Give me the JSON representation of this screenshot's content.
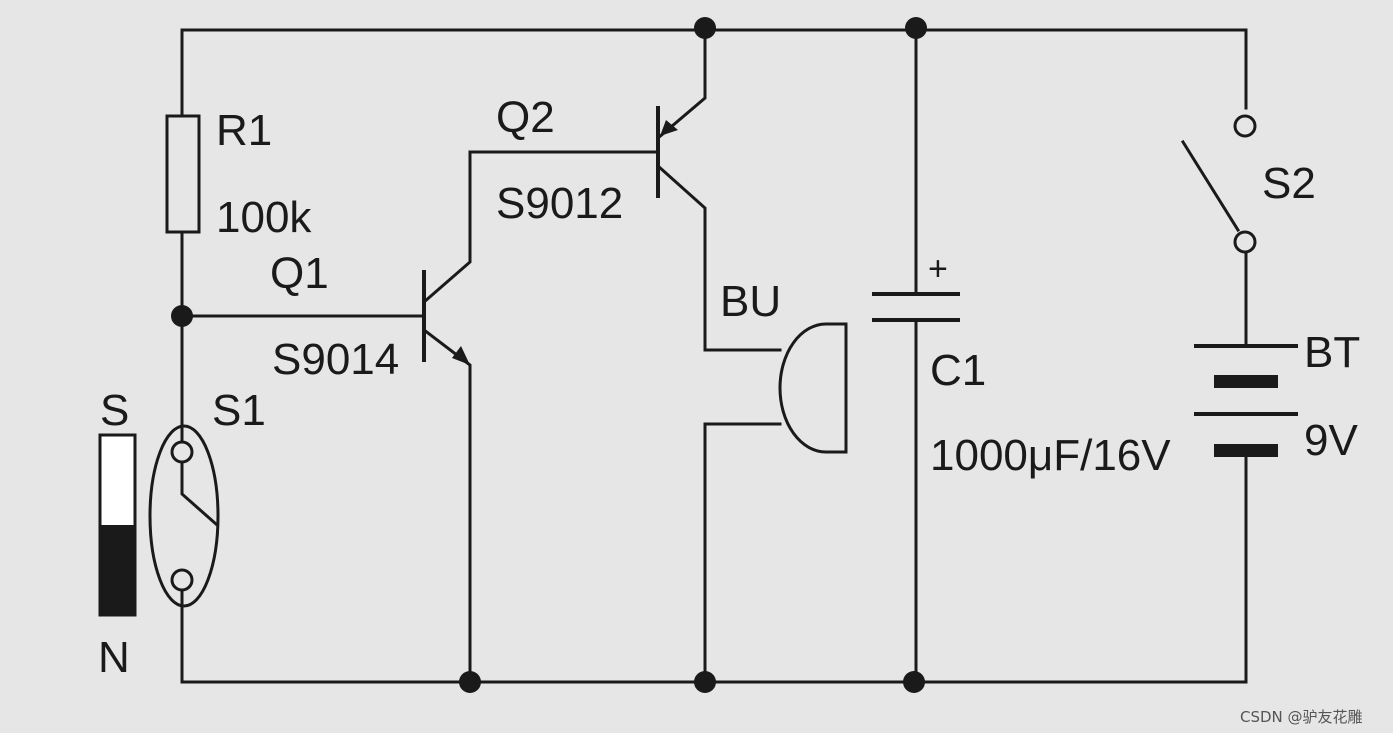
{
  "components": {
    "r1": {
      "ref": "R1",
      "value": "100k"
    },
    "q1": {
      "ref": "Q1",
      "part": "S9014"
    },
    "q2": {
      "ref": "Q2",
      "part": "S9012"
    },
    "bu": {
      "ref": "BU"
    },
    "c1": {
      "ref": "C1",
      "value": "1000μF/16V",
      "polarity": "+"
    },
    "s1": {
      "ref": "S1"
    },
    "s2": {
      "ref": "S2"
    },
    "bt": {
      "ref": "BT",
      "value": "9V"
    },
    "magnet": {
      "north": "N",
      "south": "S"
    }
  },
  "watermark": "CSDN @驴友花雕",
  "colors": {
    "background": "#e6e6e6",
    "ink": "#1a1a1a"
  }
}
